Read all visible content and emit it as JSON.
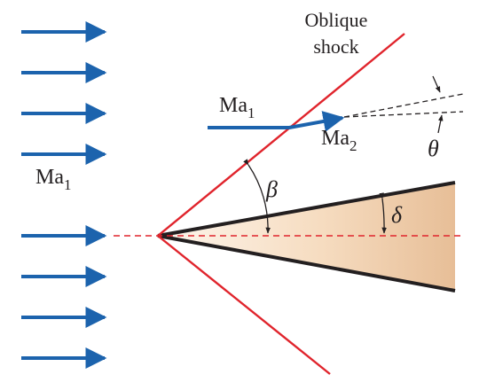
{
  "labels": {
    "shock_line1": "Oblique",
    "shock_line2": "shock",
    "upstream_mach_base": "Ma",
    "upstream_mach_sub": "1",
    "inset_mach1_base": "Ma",
    "inset_mach1_sub": "1",
    "inset_mach2_base": "Ma",
    "inset_mach2_sub": "2",
    "shock_angle": "β",
    "wedge_half_angle": "δ",
    "deflection_angle": "θ"
  },
  "colors": {
    "flow_arrow": "#1c63ad",
    "shock": "#e0242c",
    "wedge_edge": "#231f20",
    "wedge_fill_light": "#fdf3e8",
    "wedge_fill_dark": "#e9c29c",
    "text": "#231f20"
  }
}
